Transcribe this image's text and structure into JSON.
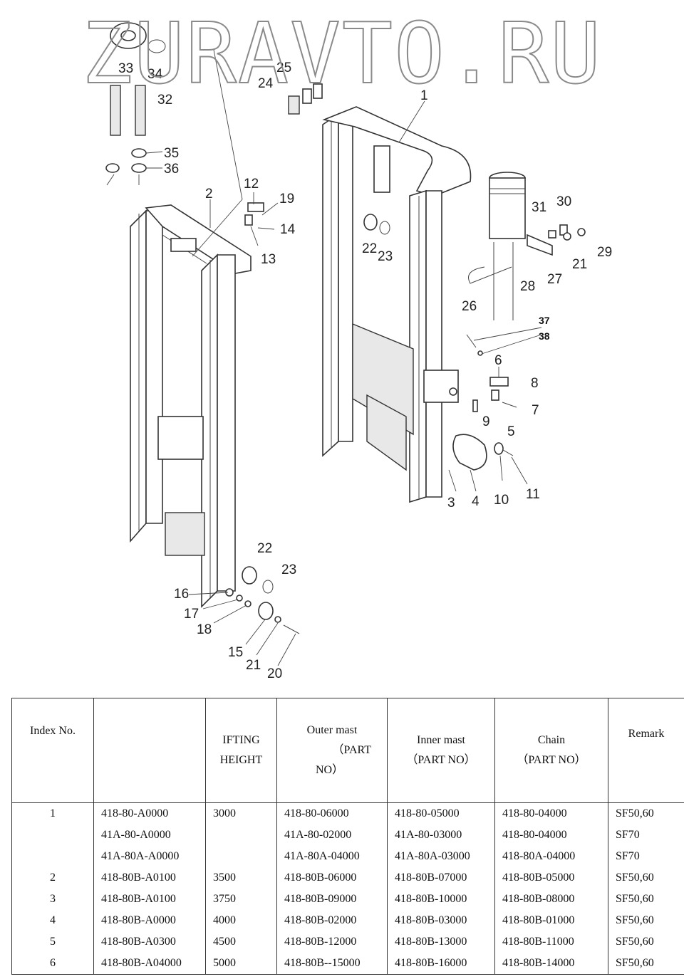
{
  "watermark": {
    "text": "ZURAVTO.RU"
  },
  "callouts": [
    {
      "id": "c1",
      "text": "1"
    },
    {
      "id": "c2",
      "text": "2"
    },
    {
      "id": "c3",
      "text": "3"
    },
    {
      "id": "c4",
      "text": "4"
    },
    {
      "id": "c5",
      "text": "5"
    },
    {
      "id": "c6",
      "text": "6"
    },
    {
      "id": "c7",
      "text": "7"
    },
    {
      "id": "c8",
      "text": "8"
    },
    {
      "id": "c9",
      "text": "9"
    },
    {
      "id": "c10",
      "text": "10"
    },
    {
      "id": "c11",
      "text": "11"
    },
    {
      "id": "c12",
      "text": "12"
    },
    {
      "id": "c13",
      "text": "13"
    },
    {
      "id": "c14",
      "text": "14"
    },
    {
      "id": "c15",
      "text": "15"
    },
    {
      "id": "c16",
      "text": "16"
    },
    {
      "id": "c17",
      "text": "17"
    },
    {
      "id": "c18",
      "text": "18"
    },
    {
      "id": "c19",
      "text": "19"
    },
    {
      "id": "c20",
      "text": "20"
    },
    {
      "id": "c21a",
      "text": "21"
    },
    {
      "id": "c21b",
      "text": "21"
    },
    {
      "id": "c22a",
      "text": "22"
    },
    {
      "id": "c22b",
      "text": "22"
    },
    {
      "id": "c23a",
      "text": "23"
    },
    {
      "id": "c23b",
      "text": "23"
    },
    {
      "id": "c24",
      "text": "24"
    },
    {
      "id": "c25",
      "text": "25"
    },
    {
      "id": "c26",
      "text": "26"
    },
    {
      "id": "c27",
      "text": "27"
    },
    {
      "id": "c28",
      "text": "28"
    },
    {
      "id": "c29",
      "text": "29"
    },
    {
      "id": "c30",
      "text": "30"
    },
    {
      "id": "c31",
      "text": "31"
    },
    {
      "id": "c32",
      "text": "32"
    },
    {
      "id": "c33",
      "text": "33"
    },
    {
      "id": "c34",
      "text": "34"
    },
    {
      "id": "c35",
      "text": "35"
    },
    {
      "id": "c36",
      "text": "36"
    },
    {
      "id": "c37",
      "text": "37"
    },
    {
      "id": "c38",
      "text": "38"
    }
  ],
  "table": {
    "headers": {
      "index": "Index No.",
      "model": "",
      "lift_1": "IFTING",
      "lift_2": "HEIGHT",
      "outer_1": "Outer mast",
      "outer_2": "（PART",
      "outer_3": "NO）",
      "inner_1": "Inner mast",
      "inner_2": "（PART NO）",
      "chain_1": "Chain",
      "chain_2": "（PART NO）",
      "remark": "Remark"
    },
    "rows": [
      {
        "index": "1",
        "model": "418-80-A0000",
        "height": "3000",
        "outer": "418-80-06000",
        "inner": "418-80-05000",
        "chain": "418-80-04000",
        "remark": "SF50,60"
      },
      {
        "index": "",
        "model": "41A-80-A0000",
        "height": "",
        "outer": "41A-80-02000",
        "inner": "41A-80-03000",
        "chain": "418-80-04000",
        "remark": "SF70"
      },
      {
        "index": "",
        "model": "41A-80A-A0000",
        "height": "",
        "outer": "41A-80A-04000",
        "inner": "41A-80A-03000",
        "chain": "418-80A-04000",
        "remark": "SF70"
      },
      {
        "index": "2",
        "model": "418-80B-A0100",
        "height": "3500",
        "outer": "418-80B-06000",
        "inner": "418-80B-07000",
        "chain": "418-80B-05000",
        "remark": "SF50,60"
      },
      {
        "index": "3",
        "model": "418-80B-A0100",
        "height": "3750",
        "outer": "418-80B-09000",
        "inner": "418-80B-10000",
        "chain": "418-80B-08000",
        "remark": "SF50,60"
      },
      {
        "index": "4",
        "model": "418-80B-A0000",
        "height": "4000",
        "outer": "418-80B-02000",
        "inner": "418-80B-03000",
        "chain": "418-80B-01000",
        "remark": "SF50,60"
      },
      {
        "index": "5",
        "model": "418-80B-A0300",
        "height": "4500",
        "outer": "418-80B-12000",
        "inner": "418-80B-13000",
        "chain": "418-80B-11000",
        "remark": "SF50,60"
      },
      {
        "index": "6",
        "model": "418-80B-A04000",
        "height": "5000",
        "outer": "418-80B--15000",
        "inner": "418-80B-16000",
        "chain": "418-80B-14000",
        "remark": "SF50,60"
      }
    ]
  }
}
